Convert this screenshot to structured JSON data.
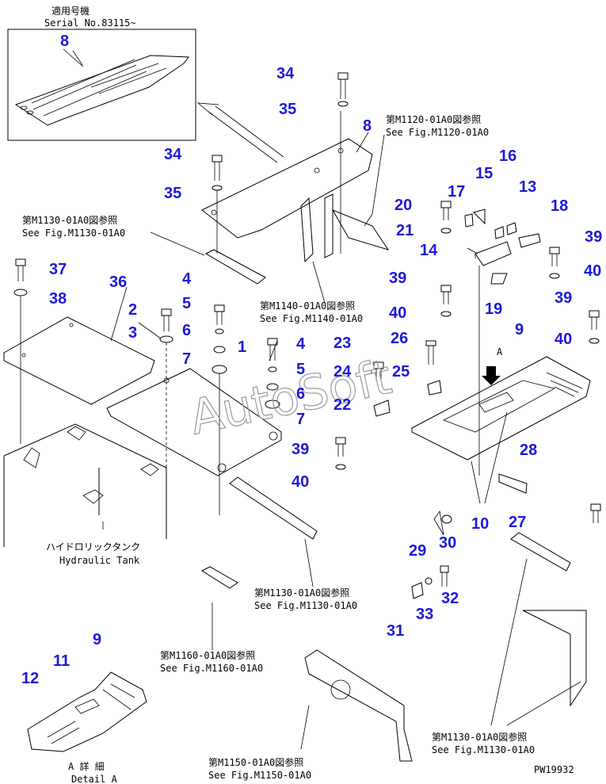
{
  "inset": {
    "line1": "適用号機",
    "line2": "Serial No.83115~",
    "part": "8"
  },
  "refs": {
    "m1120_jp": "第M1120-01A0図参照",
    "m1120_en": "See Fig.M1120-01A0",
    "m1130_jp": "第M1130-01A0図参照",
    "m1130_en": "See Fig.M1130-01A0",
    "m1140_jp": "第M1140-01A0図参照",
    "m1140_en": "See Fig.M1140-01A0",
    "m1160_jp": "第M1160-01A0図参照",
    "m1160_en": "See Fig.M1160-01A0",
    "m1150_jp": "第M1150-01A0図参照",
    "m1150_en": "See Fig.M1150-01A0"
  },
  "tank": {
    "jp": "ハイドロリックタンク",
    "en": "Hydraulic Tank"
  },
  "detail": {
    "jp": "A 詳 細",
    "en": "Detail A",
    "view_letter": "A"
  },
  "watermark": "AutoSoft",
  "drawing_no": "PW19932",
  "part_numbers": [
    "1",
    "2",
    "3",
    "4",
    "5",
    "6",
    "7",
    "8",
    "9",
    "10",
    "11",
    "12",
    "13",
    "14",
    "15",
    "16",
    "17",
    "18",
    "19",
    "20",
    "21",
    "22",
    "23",
    "24",
    "25",
    "26",
    "27",
    "28",
    "29",
    "30",
    "31",
    "32",
    "33",
    "34",
    "35",
    "36",
    "37",
    "38",
    "39",
    "40"
  ]
}
